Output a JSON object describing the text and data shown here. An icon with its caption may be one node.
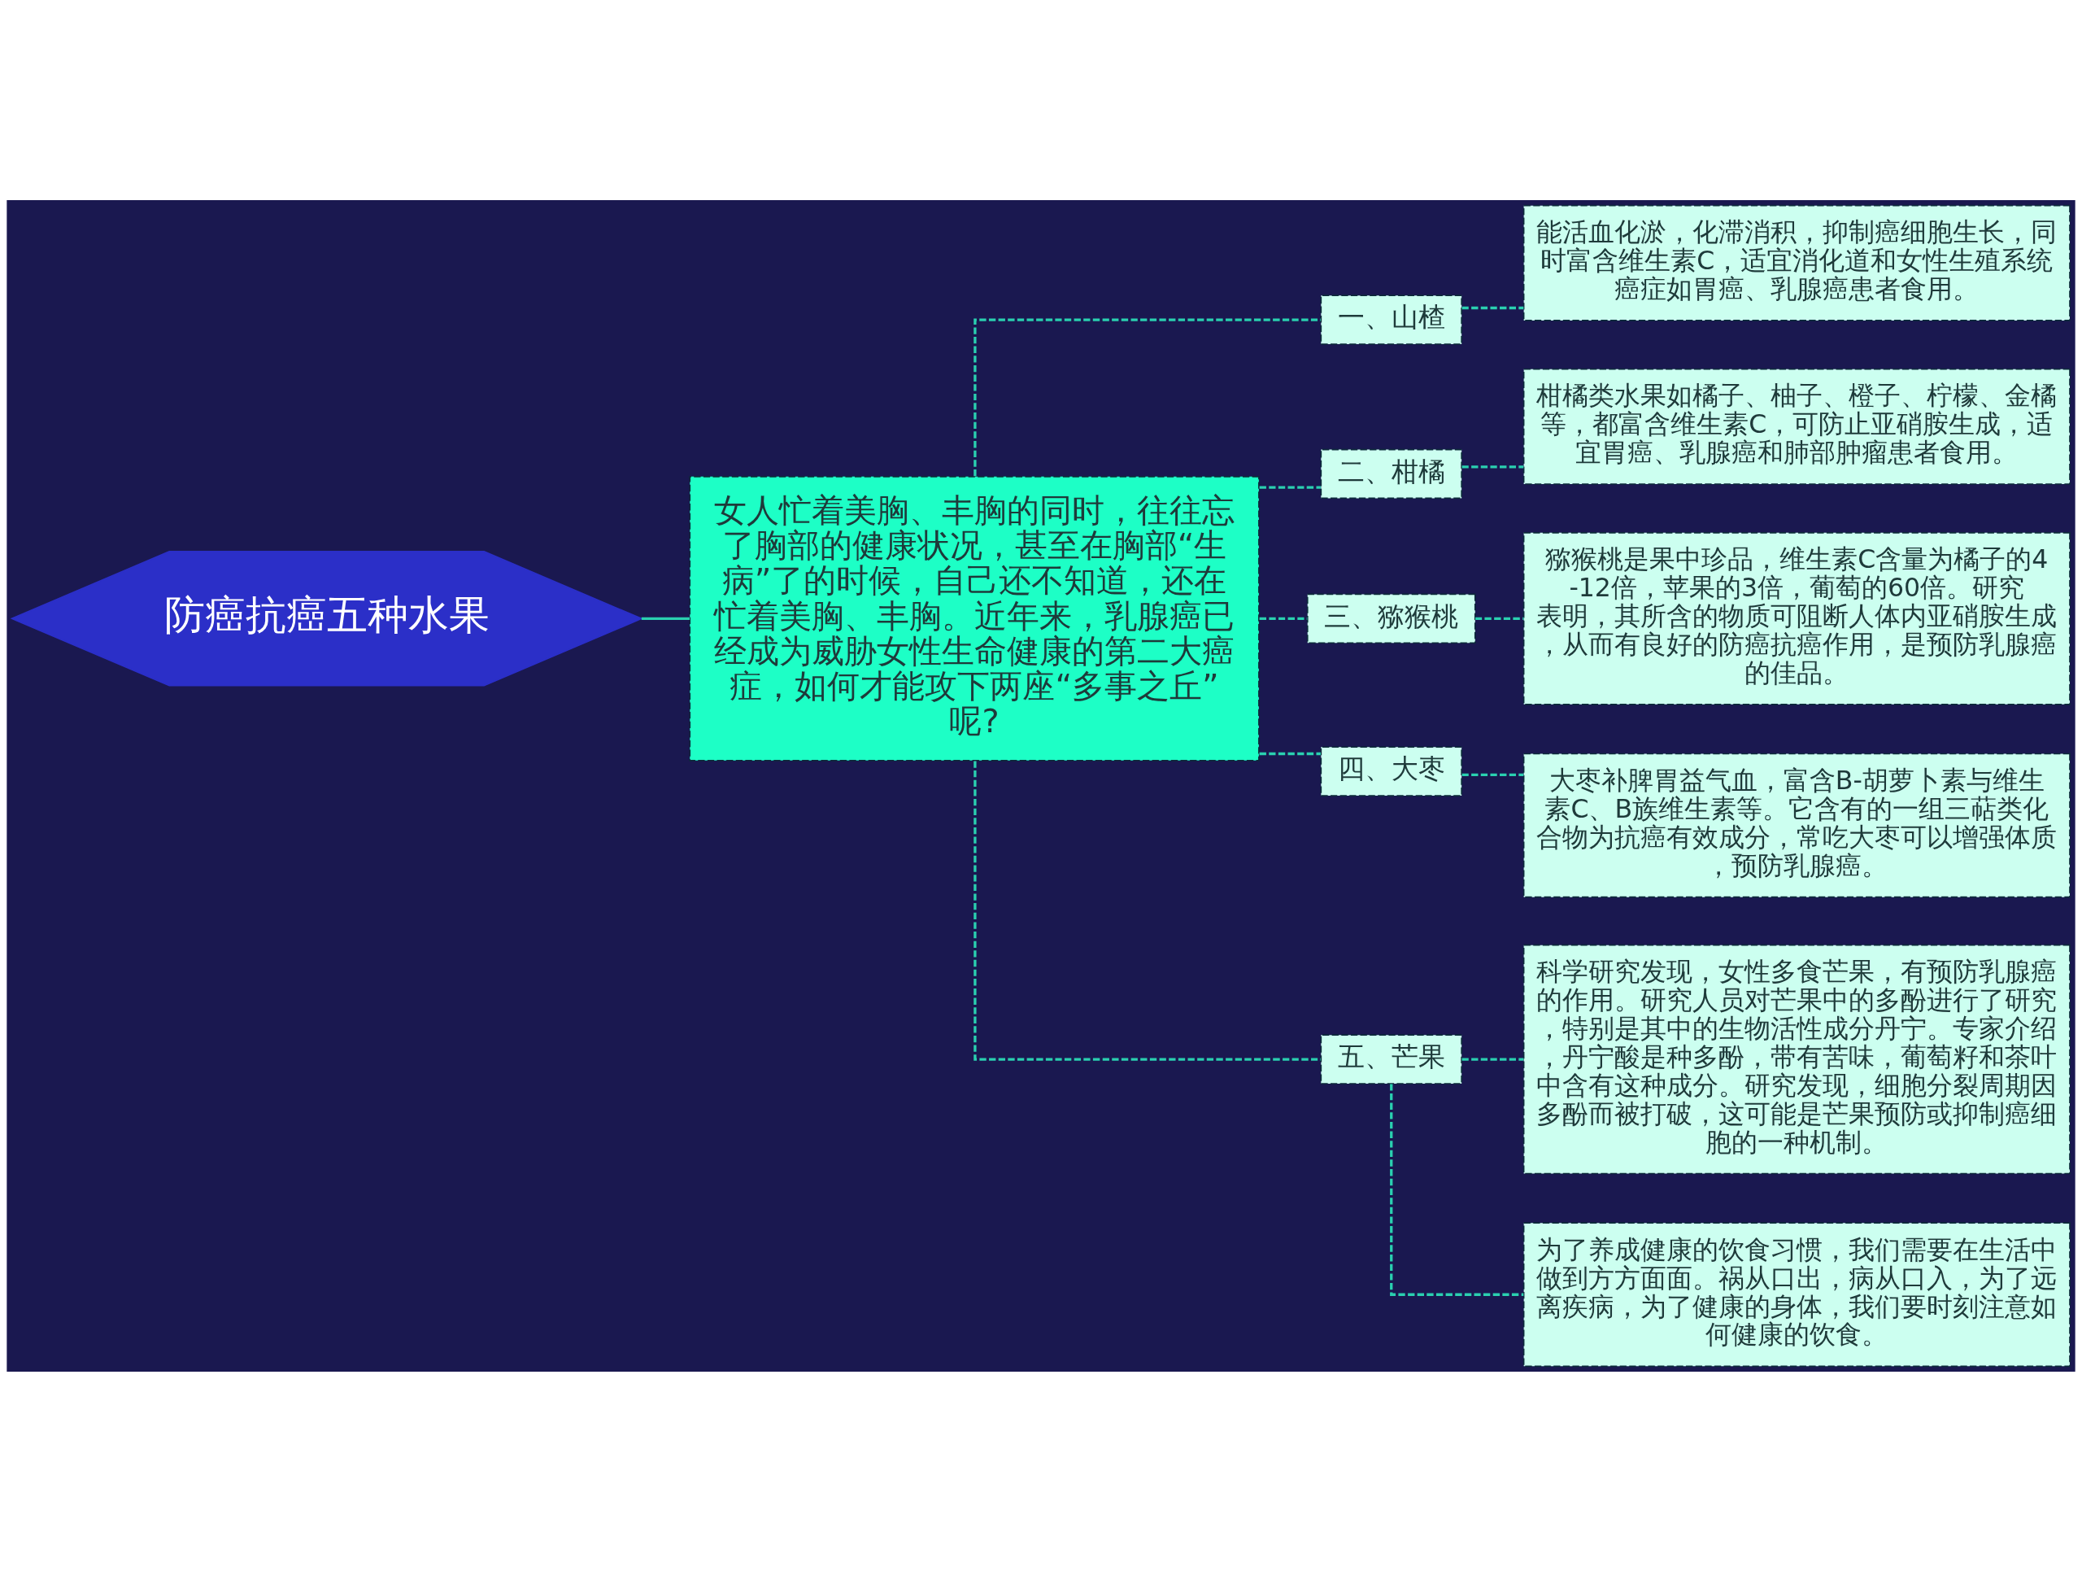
{
  "diagram": {
    "nodes": [
      {
        "text": [
          "防癌抗癌五种水果"
        ]
      },
      {
        "text": [
          "女人忙着美胸、丰胸的同时，往往忘了胸部的健康状况，甚至在胸部“生病”了的时候，自己还不知道，还在忙着美胸、丰胸。近年来，乳腺癌已经成为威胁女性生命健康的第二大癌症，如何才能攻下两座“多事之丘”呢?"
        ]
      },
      {
        "text": [
          "一、山楂"
        ]
      },
      {
        "text": [
          "能活血化淤，化滞消积，抑制癌细胞生长，同时富含维生素C，适宜消化道和女性生殖系统癌症如胃癌、乳腺癌患者食用。"
        ]
      },
      {
        "text": [
          "二、柑橘"
        ]
      },
      {
        "text": [
          "柑橘类水果如橘子、柚子、橙子、柠檬、金橘等，都富含维生素C，可防止亚硝胺生成，适宜胃癌、乳腺癌和肺部肿瘤患者食用。"
        ]
      },
      {
        "text": [
          "三、猕猴桃"
        ]
      },
      {
        "text": [
          "猕猴桃是果中珍品，维生素C含量为橘子的4-12倍，苹果的3倍，葡萄的60倍。研究表明，其所含的物质可阻断人体内亚硝胺生成，从而有良好的防癌抗癌作用，是预防乳腺癌的佳品。"
        ]
      },
      {
        "text": [
          "四、大枣"
        ]
      },
      {
        "text": [
          "大枣补脾胃益气血，富含B-胡萝卜素与维生素C、B族维生素等。它含有的一组三萜类化合物为抗癌有效成分，常吃大枣可以增强体质，预防乳腺癌。"
        ]
      },
      {
        "text": [
          "五、芒果"
        ]
      },
      {
        "text": [
          "科学研究发现，女性多食芒果，有预防乳腺癌的作用。研究人员对芒果中的多酚进行了研究，特别是其中的生物活性成分丹宁。专家介绍，丹宁酸是种多酚，带有苦味，葡萄籽和茶叶中含有这种成分。研究发现，细胞分裂周期因多酚而被打破，这可能是芒果预防或抑制癌细胞的一种机制。"
        ]
      },
      {
        "text": [
          "为了养成健康的饮食习惯，我们需要在生活中做到方方面面。祸从口出，病从口入，为了远离疾病，为了健康的身体，我们要时刻注意如何健康的饮食。"
        ]
      }
    ],
    "edges": [
      {
        "from": 0,
        "to": 1,
        "arrow": "none"
      },
      {
        "from": 1,
        "to": 2,
        "arrow": "none",
        "style": "dashed"
      },
      {
        "from": 1,
        "to": 4,
        "arrow": "none",
        "style": "dashed"
      },
      {
        "from": 1,
        "to": 6,
        "arrow": "none",
        "style": "dashed"
      },
      {
        "from": 1,
        "to": 8,
        "arrow": "none",
        "style": "dashed"
      },
      {
        "from": 1,
        "to": 10,
        "arrow": "none",
        "style": "dashed"
      },
      {
        "from": 2,
        "to": 3,
        "arrow": "none",
        "style": "dashed"
      },
      {
        "from": 4,
        "to": 5,
        "arrow": "none",
        "style": "dashed"
      },
      {
        "from": 6,
        "to": 7,
        "arrow": "none",
        "style": "dashed"
      },
      {
        "from": 8,
        "to": 9,
        "arrow": "none",
        "style": "dashed"
      },
      {
        "from": 10,
        "to": 11,
        "arrow": "none",
        "style": "dashed"
      },
      {
        "from": 10,
        "to": 12,
        "arrow": "none",
        "style": "dashed"
      }
    ]
  }
}
